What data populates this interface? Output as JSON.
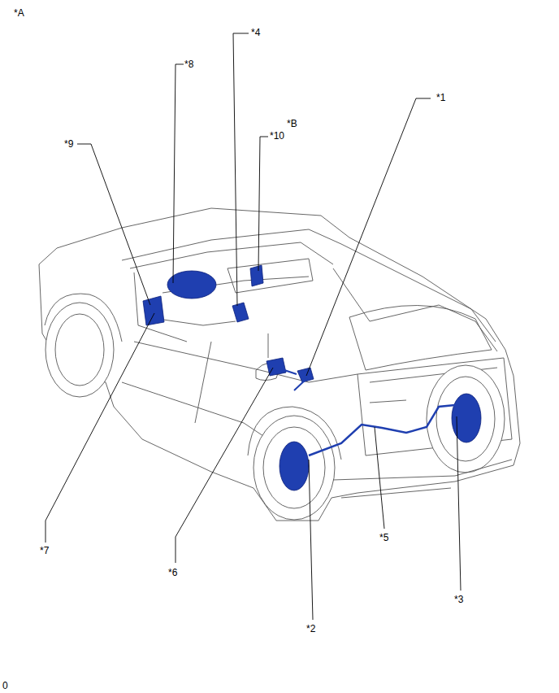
{
  "diagram": {
    "labels": [
      "*A",
      "*4",
      "*8",
      "*1",
      "*B",
      "*10",
      "*9",
      "*7",
      "*5",
      "*6",
      "*3",
      "*2",
      "0"
    ]
  }
}
